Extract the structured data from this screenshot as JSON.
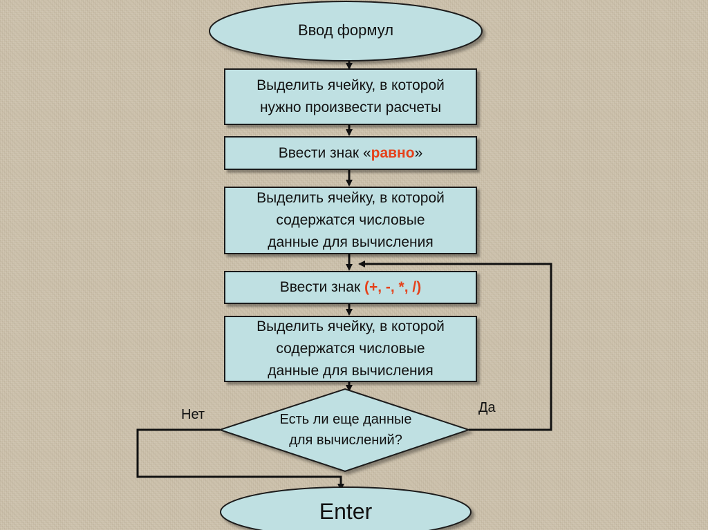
{
  "flowchart": {
    "start": "Ввод формул",
    "step1": [
      "Выделить ячейку, в которой",
      "нужно произвести расчеты"
    ],
    "step2": {
      "prefix": "Ввести знак «",
      "accent": "равно",
      "suffix": "»"
    },
    "step3": [
      "Выделить ячейку, в которой",
      "содержатся числовые",
      "данные для вычисления"
    ],
    "step4": {
      "prefix": "Ввести знак ",
      "accent": "(+, -, *, /)"
    },
    "step5": [
      "Выделить ячейку, в которой",
      "содержатся числовые",
      "данные для вычисления"
    ],
    "decision": [
      "Есть ли еще данные",
      "для вычислений?"
    ],
    "no_label": "Нет",
    "yes_label": "Да",
    "end": "Enter"
  },
  "colors": {
    "shape_fill": "#bfe0e2",
    "accent": "#e5411a",
    "stroke": "#1a1a1a",
    "background": "#cdc2ad"
  }
}
